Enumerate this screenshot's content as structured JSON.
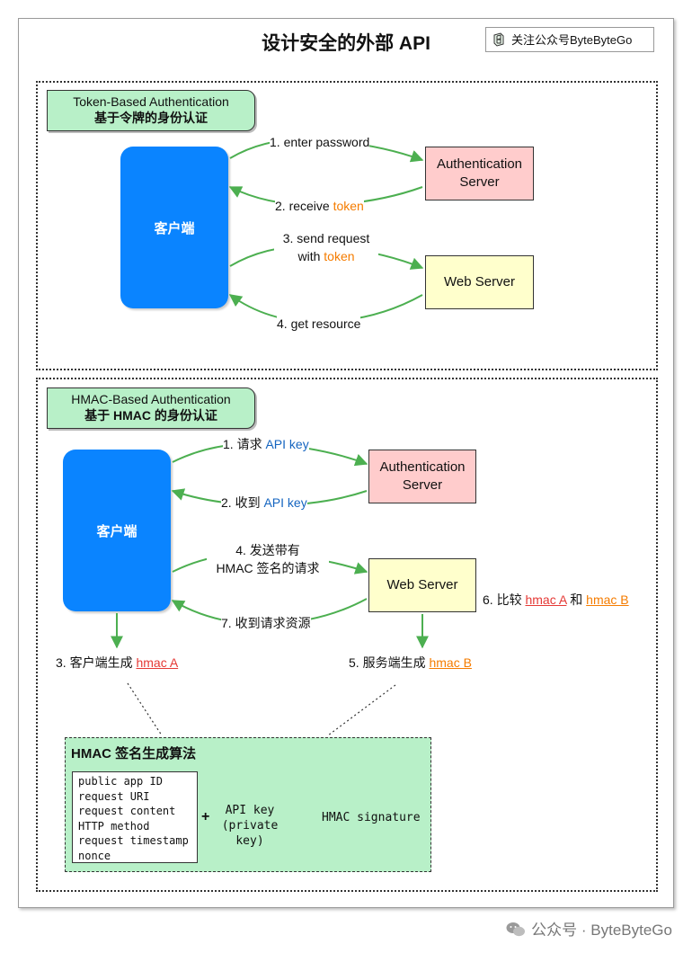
{
  "title": "设计安全的外部 API",
  "follow": "关注公众号ByteByteGo",
  "token_section": {
    "label_en": "Token-Based Authentication",
    "label_zh": "基于令牌的身份认证",
    "client": "客户端",
    "auth_server": "Authentication Server",
    "web_server": "Web Server",
    "step1": "1. enter password",
    "step2_text": "2. receive ",
    "step2_token": "token",
    "step3_line1": "3.  send request",
    "step3_text": "with ",
    "step3_token": "token",
    "step4": "4. get resource"
  },
  "hmac_section": {
    "label_en": "HMAC-Based Authentication",
    "label_zh": "基于 HMAC 的身份认证",
    "client": "客户端",
    "auth_server": "Authentication Server",
    "web_server": "Web Server",
    "step1_text": "1. 请求 ",
    "step1_key": "API key",
    "step2_text": "2. 收到 ",
    "step2_key": "API key",
    "step3_text": "3. 客户端生成 ",
    "step3_hmac": "hmac A",
    "step4_line1": "4. 发送带有",
    "step4_line2": "HMAC 签名的请求",
    "step5_text": "5. 服务端生成 ",
    "step5_hmac": "hmac B",
    "step6_text": "6. 比较 ",
    "step6_a": "hmac A",
    "step6_and": " 和 ",
    "step6_b": "hmac B",
    "step7": "7. 收到请求资源"
  },
  "algorithm": {
    "title": "HMAC 签名生成算法",
    "inputs": [
      "public app ID",
      "request URI",
      "request content",
      "HTTP method",
      "request timestamp",
      "nonce"
    ],
    "plus": "+",
    "key_line1": "API key",
    "key_line2": "(private key)",
    "output": "HMAC signature"
  },
  "footer": "公众号 · ByteByteGo",
  "colors": {
    "client": "#0a84ff",
    "arrow": "#4caf50",
    "section_label": "#b8f0c8",
    "auth_server": "#ffcccc",
    "web_server": "#ffffcc",
    "token": "#f57c00",
    "api_key": "#1565c0",
    "hmac_a": "#e53935"
  }
}
